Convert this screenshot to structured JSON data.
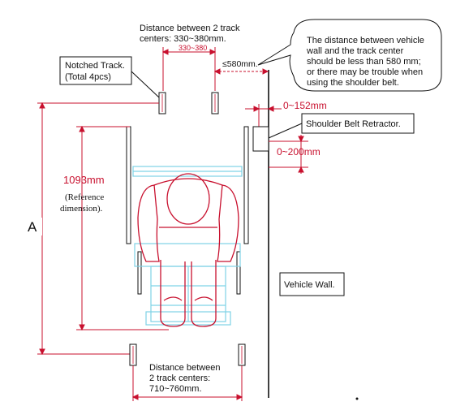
{
  "diagram": {
    "top_spacing_line1": "Distance between 2 track",
    "top_spacing_line2": "centers: 330~380mm.",
    "top_dim_text": "330~380",
    "wall_dist_text": "≤580mm.",
    "callout_line1": "The distance between vehicle",
    "callout_line2": "wall and the track center",
    "callout_line3": "should be less than 580 mm;",
    "callout_line4": "or there may be trouble when",
    "callout_line5": "using the shoulder belt.",
    "notched_track_line1": "Notched Track.",
    "notched_track_line2": "(Total 4pcs)",
    "dim_0_152": "0~152mm",
    "shoulder_belt_retractor": "Shoulder Belt Retractor.",
    "dim_0_200": "0~200mm",
    "height_text": "1093mm",
    "reference_line1": "(Reference",
    "reference_line2": "dimension).",
    "a_label": "A",
    "vehicle_wall": "Vehicle Wall.",
    "bottom_spacing_line1": "Distance between",
    "bottom_spacing_line2": "2 track centers:",
    "bottom_spacing_line3": "710~760mm."
  },
  "colors": {
    "line": "#111111",
    "dimension": "#c8102e",
    "seat": "#7fd3e6",
    "occupant": "#c8102e"
  }
}
